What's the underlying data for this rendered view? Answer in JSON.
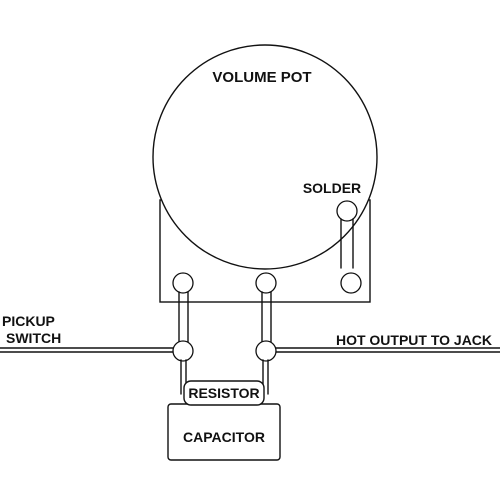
{
  "labels": {
    "volume_pot": "VOLUME POT",
    "solder": "SOLDER",
    "pickup_line1": "PICKUP",
    "pickup_line2": "SWITCH",
    "hot_output": "HOT OUTPUT TO JACK",
    "resistor": "RESISTOR",
    "capacitor": "CAPACITOR"
  },
  "colors": {
    "ink": "#111111",
    "background": "#ffffff"
  }
}
